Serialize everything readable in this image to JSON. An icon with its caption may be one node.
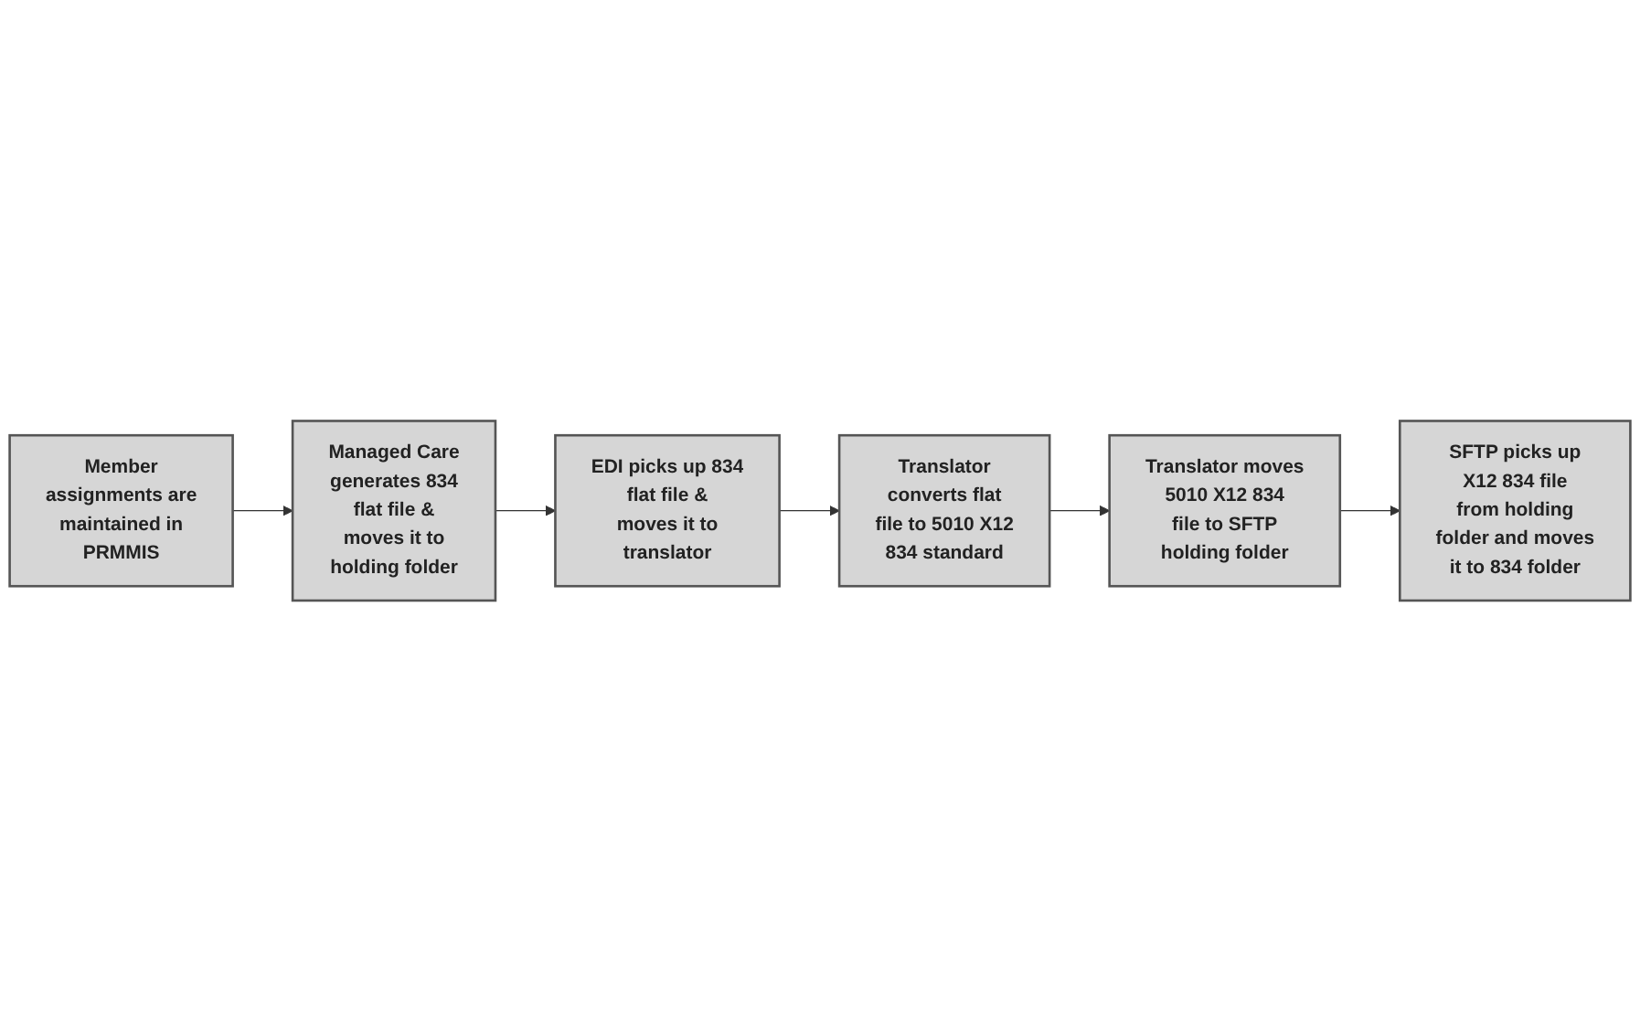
{
  "diagram": {
    "nodes": [
      {
        "text": [
          "Member assignments are maintained in PRMMIS"
        ]
      },
      {
        "text": [
          "Managed Care generates 834 flat file & moves it to holding folder"
        ]
      },
      {
        "text": [
          "EDI picks up 834 flat file & moves it to translator"
        ]
      },
      {
        "text": [
          "Translator converts flat file to 5010 X12 834 standard"
        ]
      },
      {
        "text": [
          "Translator moves 5010 X12 834 file to SFTP holding folder"
        ]
      },
      {
        "text": [
          "SFTP picks up X12 834 file from holding folder and moves it to 834 folder"
        ]
      }
    ],
    "edges": [
      {
        "from": 0,
        "to": 1,
        "arrow": "to"
      },
      {
        "from": 1,
        "to": 2,
        "arrow": "to"
      },
      {
        "from": 2,
        "to": 3,
        "arrow": "to"
      },
      {
        "from": 3,
        "to": 4,
        "arrow": "to"
      },
      {
        "from": 4,
        "to": 5,
        "arrow": "to"
      }
    ]
  }
}
